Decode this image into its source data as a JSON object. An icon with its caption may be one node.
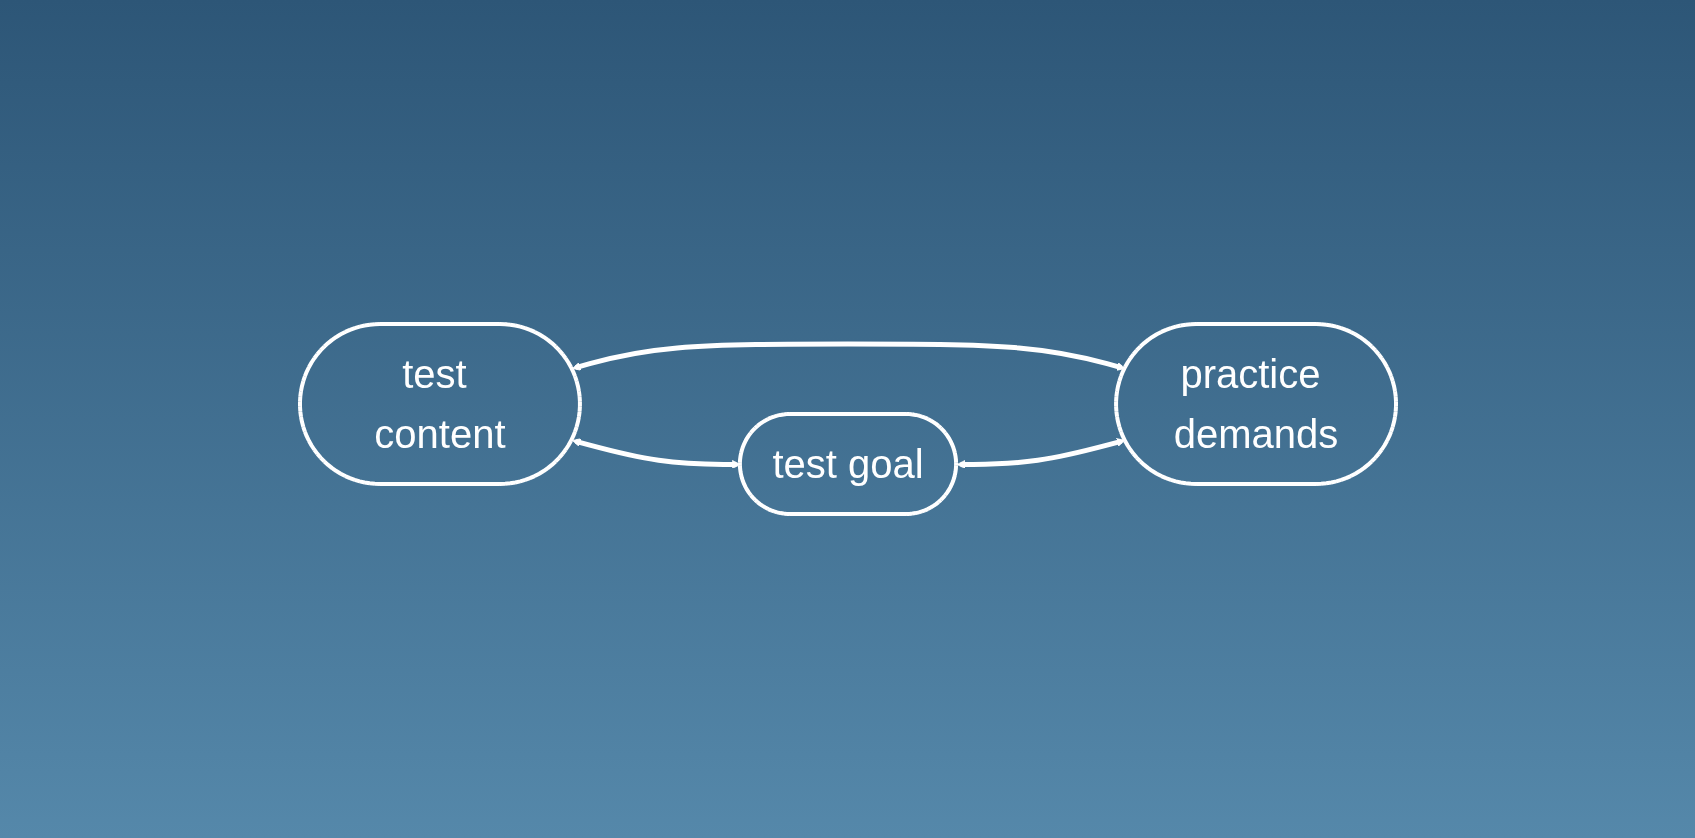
{
  "diagram": {
    "nodes": [
      {
        "text": [
          "test content"
        ]
      },
      {
        "text": [
          "test goal"
        ]
      },
      {
        "text": [
          "practice demands"
        ]
      }
    ],
    "edges": [
      {
        "from": 0,
        "to": 1,
        "arrow": "both"
      },
      {
        "from": 0,
        "to": 2,
        "arrow": "both"
      },
      {
        "from": 1,
        "to": 2,
        "arrow": "both"
      }
    ]
  }
}
